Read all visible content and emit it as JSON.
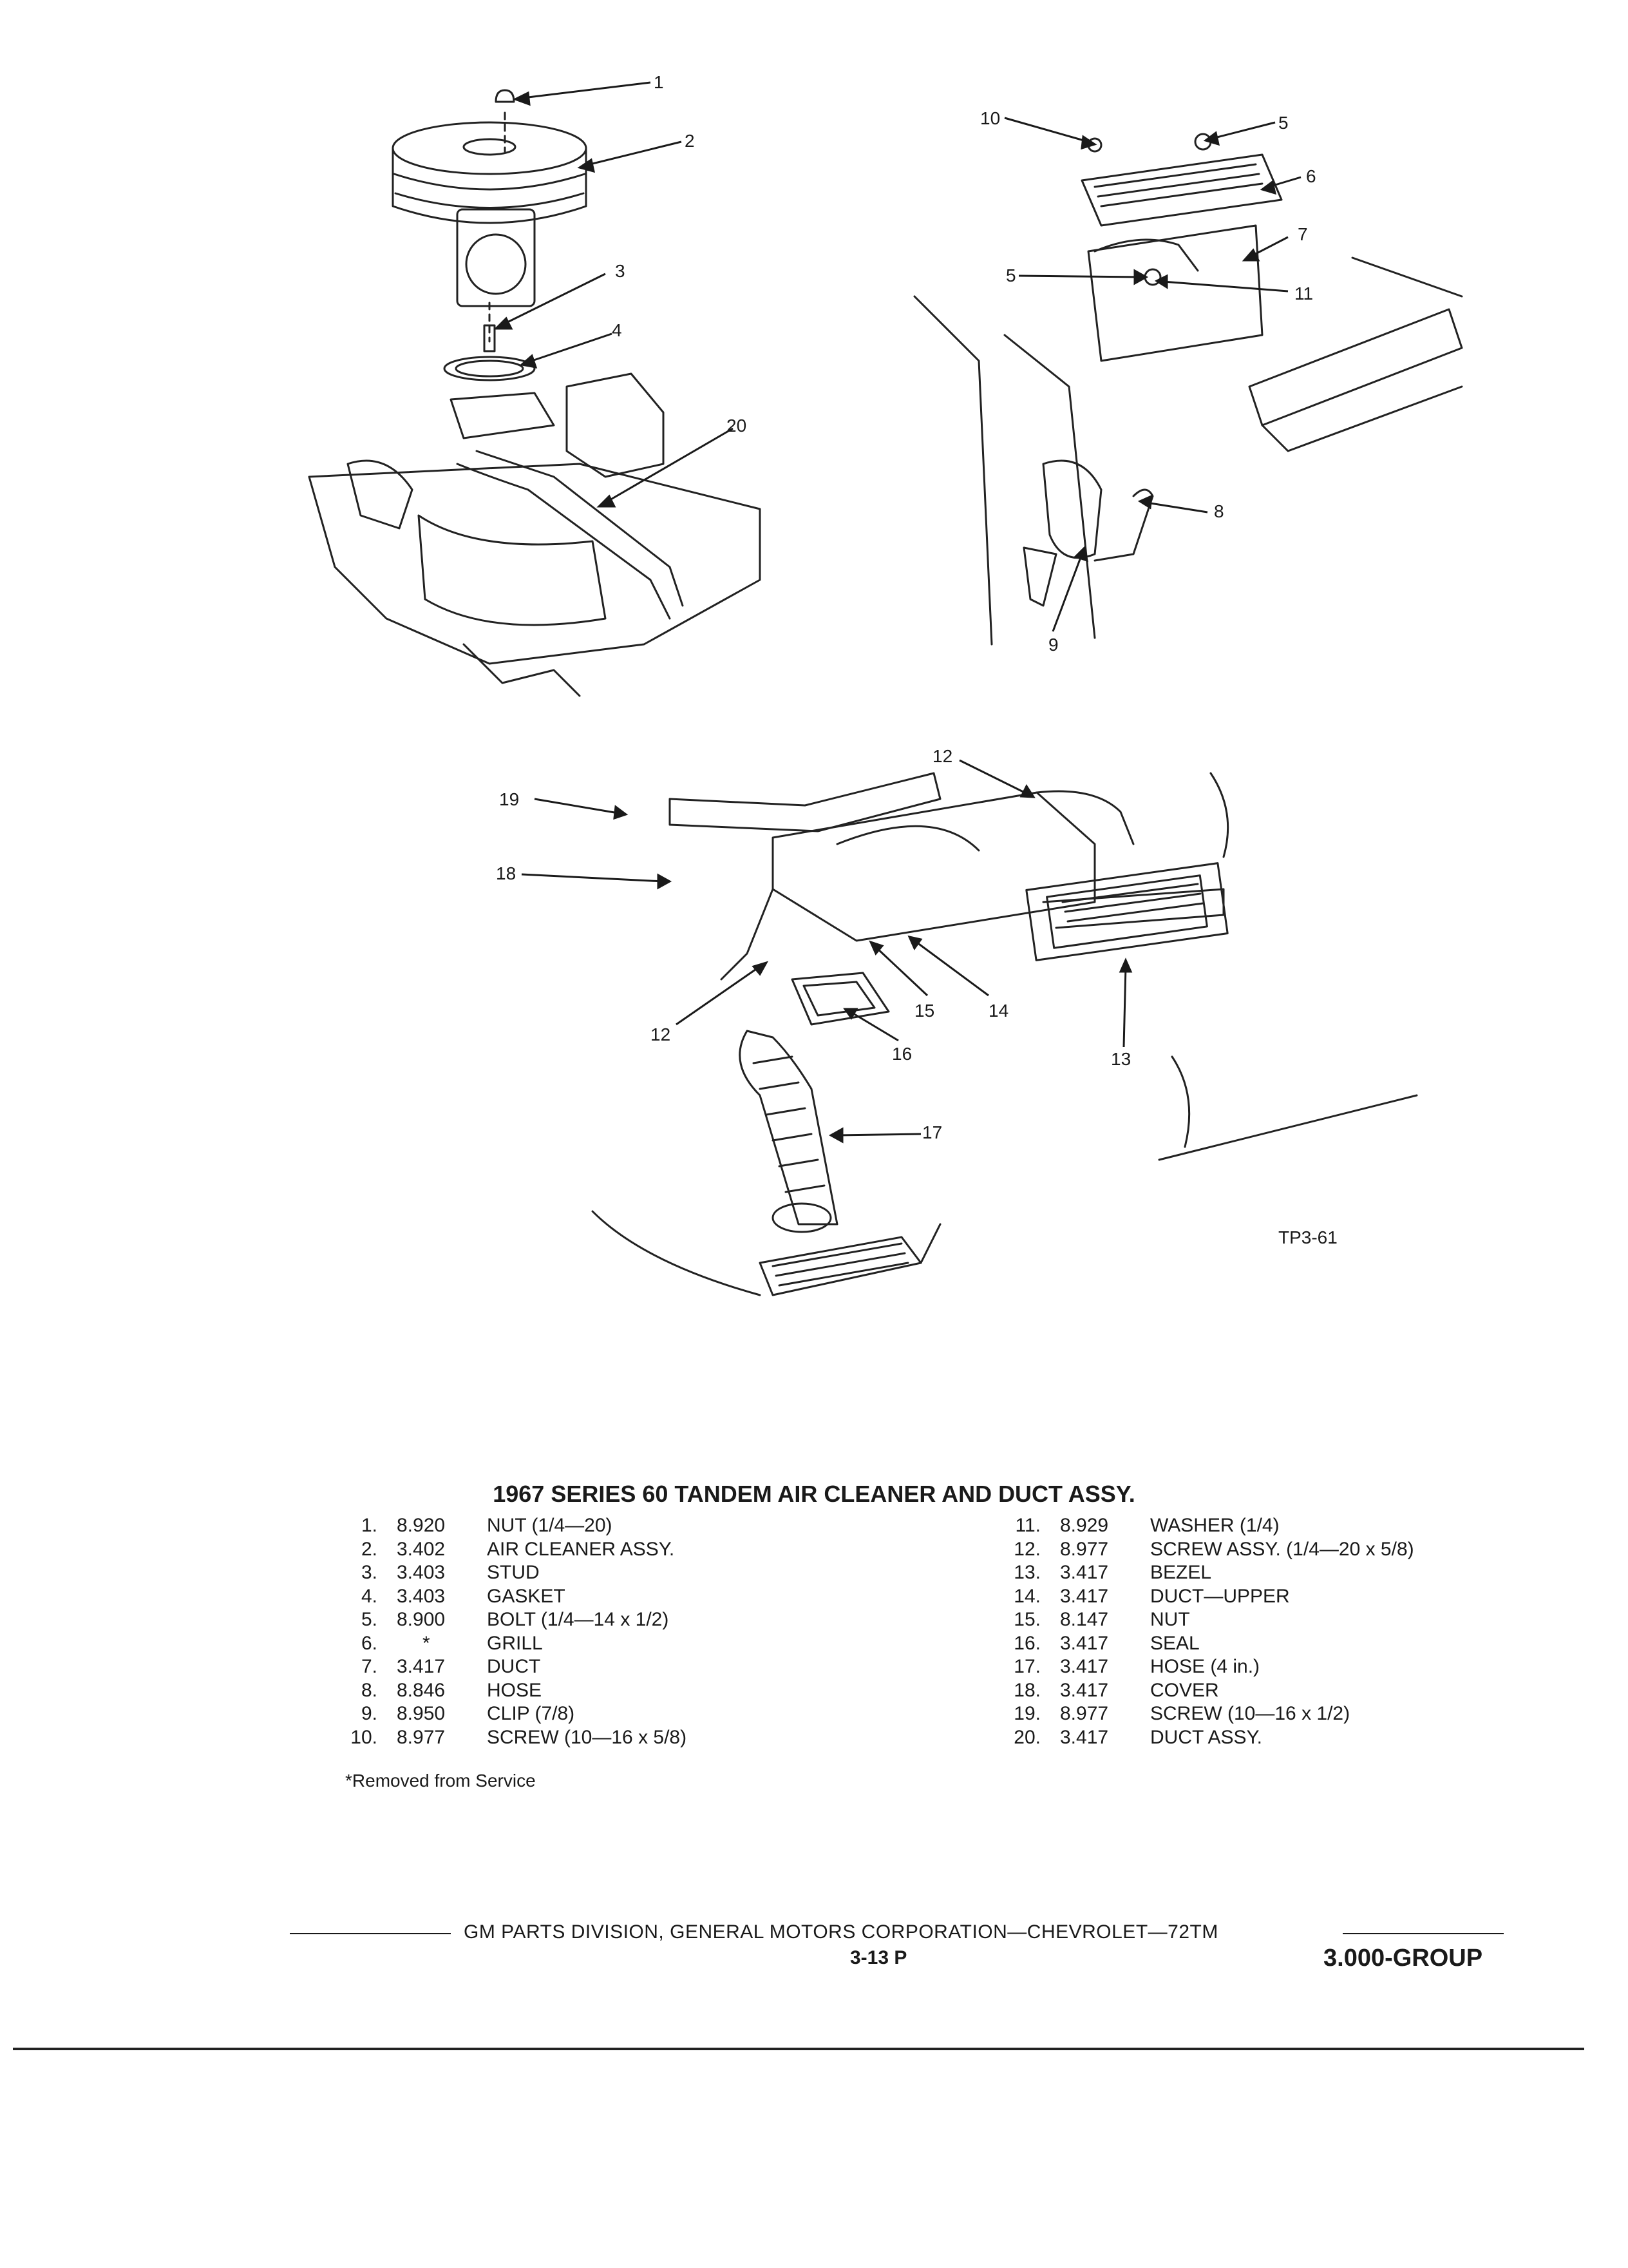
{
  "figure": {
    "code": "TP3-61",
    "callouts": [
      "1",
      "2",
      "3",
      "4",
      "20",
      "10",
      "5",
      "6",
      "7",
      "5",
      "11",
      "8",
      "9",
      "12",
      "19",
      "18",
      "12",
      "15",
      "14",
      "16",
      "13",
      "17"
    ]
  },
  "title": "1967 SERIES 60 TANDEM AIR CLEANER AND DUCT ASSY.",
  "parts_left": [
    {
      "num": "1.",
      "group": "8.920",
      "desc": "NUT (1/4—20)"
    },
    {
      "num": "2.",
      "group": "3.402",
      "desc": "AIR CLEANER ASSY."
    },
    {
      "num": "3.",
      "group": "3.403",
      "desc": "STUD"
    },
    {
      "num": "4.",
      "group": "3.403",
      "desc": "GASKET"
    },
    {
      "num": "5.",
      "group": "8.900",
      "desc": "BOLT (1/4—14 x 1/2)"
    },
    {
      "num": "6.",
      "group": "*",
      "desc": "GRILL"
    },
    {
      "num": "7.",
      "group": "3.417",
      "desc": "DUCT"
    },
    {
      "num": "8.",
      "group": "8.846",
      "desc": "HOSE"
    },
    {
      "num": "9.",
      "group": "8.950",
      "desc": "CLIP (7/8)"
    },
    {
      "num": "10.",
      "group": "8.977",
      "desc": "SCREW (10—16 x 5/8)"
    }
  ],
  "parts_right": [
    {
      "num": "11.",
      "group": "8.929",
      "desc": "WASHER (1/4)"
    },
    {
      "num": "12.",
      "group": "8.977",
      "desc": "SCREW ASSY. (1/4—20 x 5/8)"
    },
    {
      "num": "13.",
      "group": "3.417",
      "desc": "BEZEL"
    },
    {
      "num": "14.",
      "group": "3.417",
      "desc": "DUCT—UPPER"
    },
    {
      "num": "15.",
      "group": "8.147",
      "desc": "NUT"
    },
    {
      "num": "16.",
      "group": "3.417",
      "desc": "SEAL"
    },
    {
      "num": "17.",
      "group": "3.417",
      "desc": "HOSE (4 in.)"
    },
    {
      "num": "18.",
      "group": "3.417",
      "desc": "COVER"
    },
    {
      "num": "19.",
      "group": "8.977",
      "desc": "SCREW (10—16 x 1/2)"
    },
    {
      "num": "20.",
      "group": "3.417",
      "desc": "DUCT ASSY."
    }
  ],
  "note": "*Removed from Service",
  "footer": {
    "text": "GM PARTS DIVISION, GENERAL MOTORS CORPORATION—CHEVROLET—72TM",
    "page": "3-13 P",
    "group": "3.000-GROUP"
  }
}
